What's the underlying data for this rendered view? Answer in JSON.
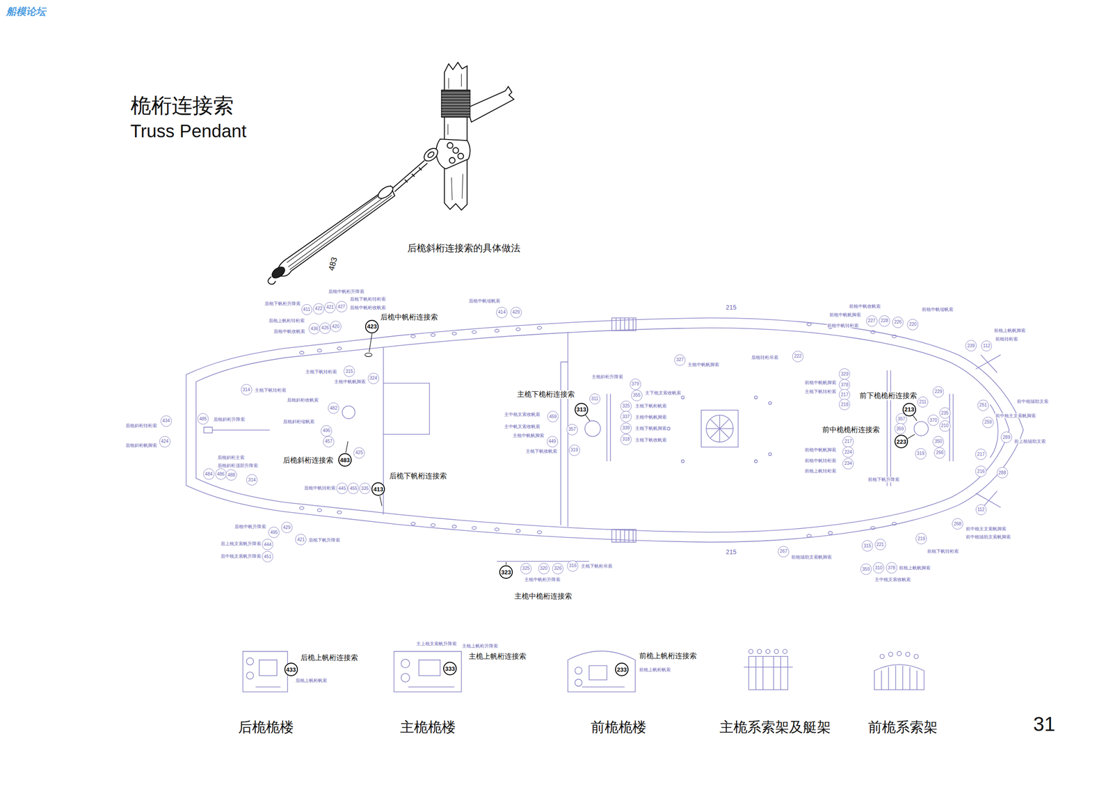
{
  "diagram": {
    "title": "桅桁连接索",
    "caption": "后桅斜桁连接索的具体做法",
    "nodes": [
      {
        "text": [
          "411"
        ]
      },
      {
        "text": [
          "422"
        ]
      },
      {
        "text": [
          "421"
        ]
      },
      {
        "text": [
          "427"
        ]
      },
      {
        "text": [
          "436"
        ]
      },
      {
        "text": [
          "426"
        ]
      },
      {
        "text": [
          "420"
        ]
      },
      {
        "text": [
          "423"
        ]
      },
      {
        "text": [
          "414"
        ]
      },
      {
        "text": [
          "429"
        ]
      },
      {
        "text": [
          "227"
        ]
      },
      {
        "text": [
          "228"
        ]
      },
      {
        "text": [
          "226"
        ]
      },
      {
        "text": [
          "220"
        ]
      },
      {
        "text": [
          "239"
        ]
      },
      {
        "text": [
          "112"
        ]
      },
      {
        "text": [
          "327"
        ]
      },
      {
        "text": [
          "222"
        ]
      },
      {
        "text": [
          "315"
        ]
      },
      {
        "text": [
          "324"
        ]
      },
      {
        "text": [
          "314"
        ]
      },
      {
        "text": [
          "482"
        ]
      },
      {
        "text": [
          "485"
        ]
      },
      {
        "text": [
          "434"
        ]
      },
      {
        "text": [
          "495"
        ]
      },
      {
        "text": [
          "457"
        ]
      },
      {
        "text": [
          "424"
        ]
      },
      {
        "text": [
          "425"
        ]
      },
      {
        "text": [
          "483"
        ]
      },
      {
        "text": [
          "484"
        ]
      },
      {
        "text": [
          "486"
        ]
      },
      {
        "text": [
          "488"
        ]
      },
      {
        "text": [
          "314"
        ]
      },
      {
        "text": [
          "445"
        ]
      },
      {
        "text": [
          "455"
        ]
      },
      {
        "text": [
          "335"
        ]
      },
      {
        "text": [
          "413"
        ]
      },
      {
        "text": [
          "429"
        ]
      },
      {
        "text": [
          "495"
        ]
      },
      {
        "text": [
          "421"
        ]
      },
      {
        "text": [
          "444"
        ]
      },
      {
        "text": [
          "451"
        ]
      },
      {
        "text": [
          "379"
        ]
      },
      {
        "text": [
          "355"
        ]
      },
      {
        "text": [
          "311"
        ]
      },
      {
        "text": [
          "325"
        ]
      },
      {
        "text": [
          "313"
        ]
      },
      {
        "text": [
          "459"
        ]
      },
      {
        "text": [
          "337"
        ]
      },
      {
        "text": [
          "339"
        ]
      },
      {
        "text": [
          "357"
        ]
      },
      {
        "text": [
          "318"
        ]
      },
      {
        "text": [
          "449"
        ]
      },
      {
        "text": [
          "319"
        ]
      },
      {
        "text": [
          "325"
        ]
      },
      {
        "text": [
          "320"
        ]
      },
      {
        "text": [
          "326"
        ]
      },
      {
        "text": [
          "316"
        ]
      },
      {
        "text": [
          "323"
        ]
      },
      {
        "text": [
          "329"
        ]
      },
      {
        "text": [
          "378"
        ]
      },
      {
        "text": [
          "217"
        ]
      },
      {
        "text": [
          "218"
        ]
      },
      {
        "text": [
          "229"
        ]
      },
      {
        "text": [
          "211"
        ]
      },
      {
        "text": [
          "251"
        ]
      },
      {
        "text": [
          "213"
        ]
      },
      {
        "text": [
          "235"
        ]
      },
      {
        "text": [
          "357"
        ]
      },
      {
        "text": [
          "370"
        ]
      },
      {
        "text": [
          "259"
        ]
      },
      {
        "text": [
          "210"
        ]
      },
      {
        "text": [
          "359"
        ]
      },
      {
        "text": [
          "289"
        ]
      },
      {
        "text": [
          "217"
        ]
      },
      {
        "text": [
          "350"
        ]
      },
      {
        "text": [
          "223"
        ]
      },
      {
        "text": [
          "224"
        ]
      },
      {
        "text": [
          "266"
        ]
      },
      {
        "text": [
          "319"
        ]
      },
      {
        "text": [
          "217"
        ]
      },
      {
        "text": [
          "234"
        ]
      },
      {
        "text": [
          "216"
        ]
      },
      {
        "text": [
          "288"
        ]
      },
      {
        "text": [
          "112"
        ]
      },
      {
        "text": [
          "268"
        ]
      },
      {
        "text": [
          "219"
        ]
      },
      {
        "text": [
          "315"
        ]
      },
      {
        "text": [
          "221"
        ]
      },
      {
        "text": [
          "267"
        ]
      },
      {
        "text": [
          "310"
        ]
      },
      {
        "text": [
          "359"
        ]
      },
      {
        "text": [
          "378"
        ]
      },
      {
        "text": [
          "433"
        ]
      },
      {
        "text": [
          "333"
        ]
      },
      {
        "text": [
          "233"
        ]
      }
    ],
    "labels": [
      "船模论坛",
      "Truss Pendant",
      "483",
      "后桅中帆桁连接索",
      "主桅下桅桁连接索",
      "前下桅桅桁连接索",
      "前中桅桅桁连接索",
      "后桅斜桁连接索",
      "后桅下帆桁连接索",
      "主桅中桅桁连接索",
      "后桅上帆桁连接索",
      "主桅上帆桁连接索",
      "前桅上帆桁连接索",
      "后桅桅楼",
      "主桅桅楼",
      "前桅桅楼",
      "主桅系索架及艇架",
      "前桅系索架",
      "31",
      "215",
      "215",
      "后桅下帆桁升降索",
      "后桅中帆桁升降索",
      "后桅下帆桁转桁索",
      "后桅中帆桁收帆索",
      "后桅上帆桁转桁索",
      "后桅中帆收帆索",
      "后桅中帆缩帆索",
      "前桅中帆收帆索",
      "前桅中帆帆脚索",
      "前桅中帆转桁索",
      "前桅中帆缩帆索",
      "前桅上帆帆脚索",
      "前桅转桁索",
      "主桅中帆帆脚索",
      "后桅转桁吊索",
      "主桅下帆转桁索",
      "主桅中帆帆脚索",
      "主桅下帆转桁索",
      "后桅斜桁收帆索",
      "后桅斜桁缩帆索",
      "后桅斜桁转桁索",
      "后桅斜桁帆脚索",
      "后桅斜桁升降索",
      "后桅斜桁主索",
      "后桅斜桁顶部升降索",
      "后桅中帆转桁索",
      "后桅中帆升降索",
      "后上桅支索帆升降索",
      "后中桅支索帆升降索",
      "后桅下帆升降索",
      "主中桅支索收帆索",
      "主中帆支索收帆索",
      "主桅中帆帆脚索",
      "主桅下帆收帆索",
      "主桅斜桁升降索",
      "主下桅支索收帆索",
      "主桅下帆桁帆索",
      "主桅中帆帆脚索",
      "主桅下帆帆脚索",
      "主桅下帆收帆索",
      "主桅下帆桁吊索",
      "主桅中帆桁升降索",
      "前桅中帆帆脚索",
      "主桅下帆转桁索",
      "前桅中帆帆脚索",
      "前桅中帆转桁索",
      "前桅上帆转桁索",
      "前桅下帆升降索",
      "前中桅辅助支索",
      "前中桅主支索帆脚索",
      "前上桅辅助支索",
      "前中桅主支索帆脚索",
      "前中桅辅助支索帆脚索",
      "前桅辅助支索帆脚索",
      "前桅下帆转桁索",
      "前桅上帆帆脚索",
      "主中桅支索收帆索",
      "后桅上帆桁帆索",
      "主上桅支索帆升降索",
      "主桅上帆桁升降索",
      "前桅上帆桁帆索"
    ]
  }
}
